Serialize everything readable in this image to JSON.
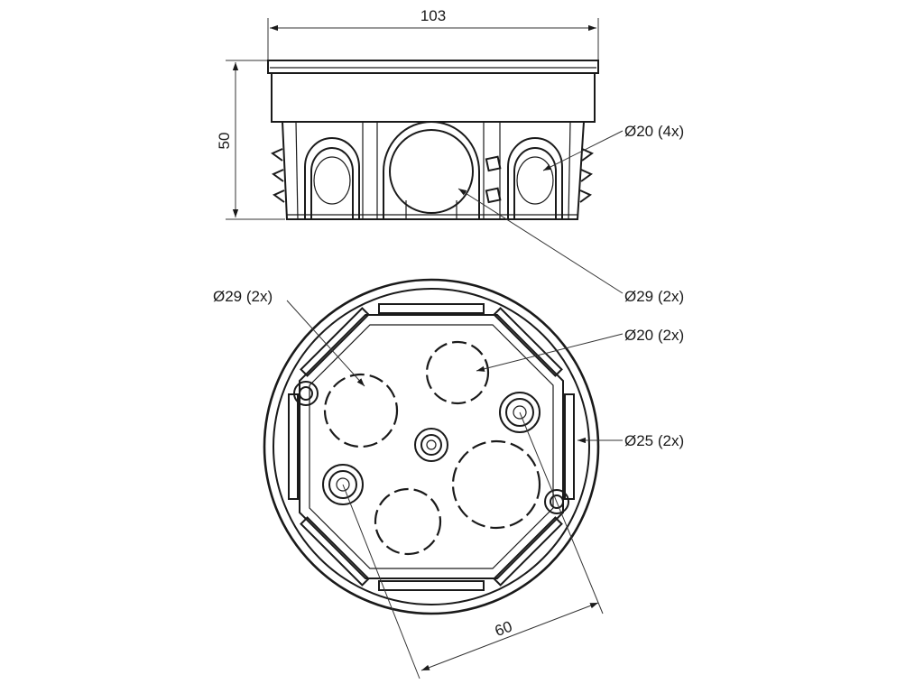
{
  "dimensions": {
    "width_side": "103",
    "height_side": "50",
    "fixing_spacing": "60"
  },
  "callouts": {
    "side_small_knockouts": "Ø20 (4x)",
    "side_large_knockouts": "Ø29 (2x)",
    "bottom_large_knockouts": "Ø29 (2x)",
    "bottom_small_knockouts": "Ø20 (2x)",
    "bottom_fixing_holes": "Ø25 (2x)"
  },
  "colors": {
    "line": "#1a1a1a",
    "background": "#ffffff"
  }
}
